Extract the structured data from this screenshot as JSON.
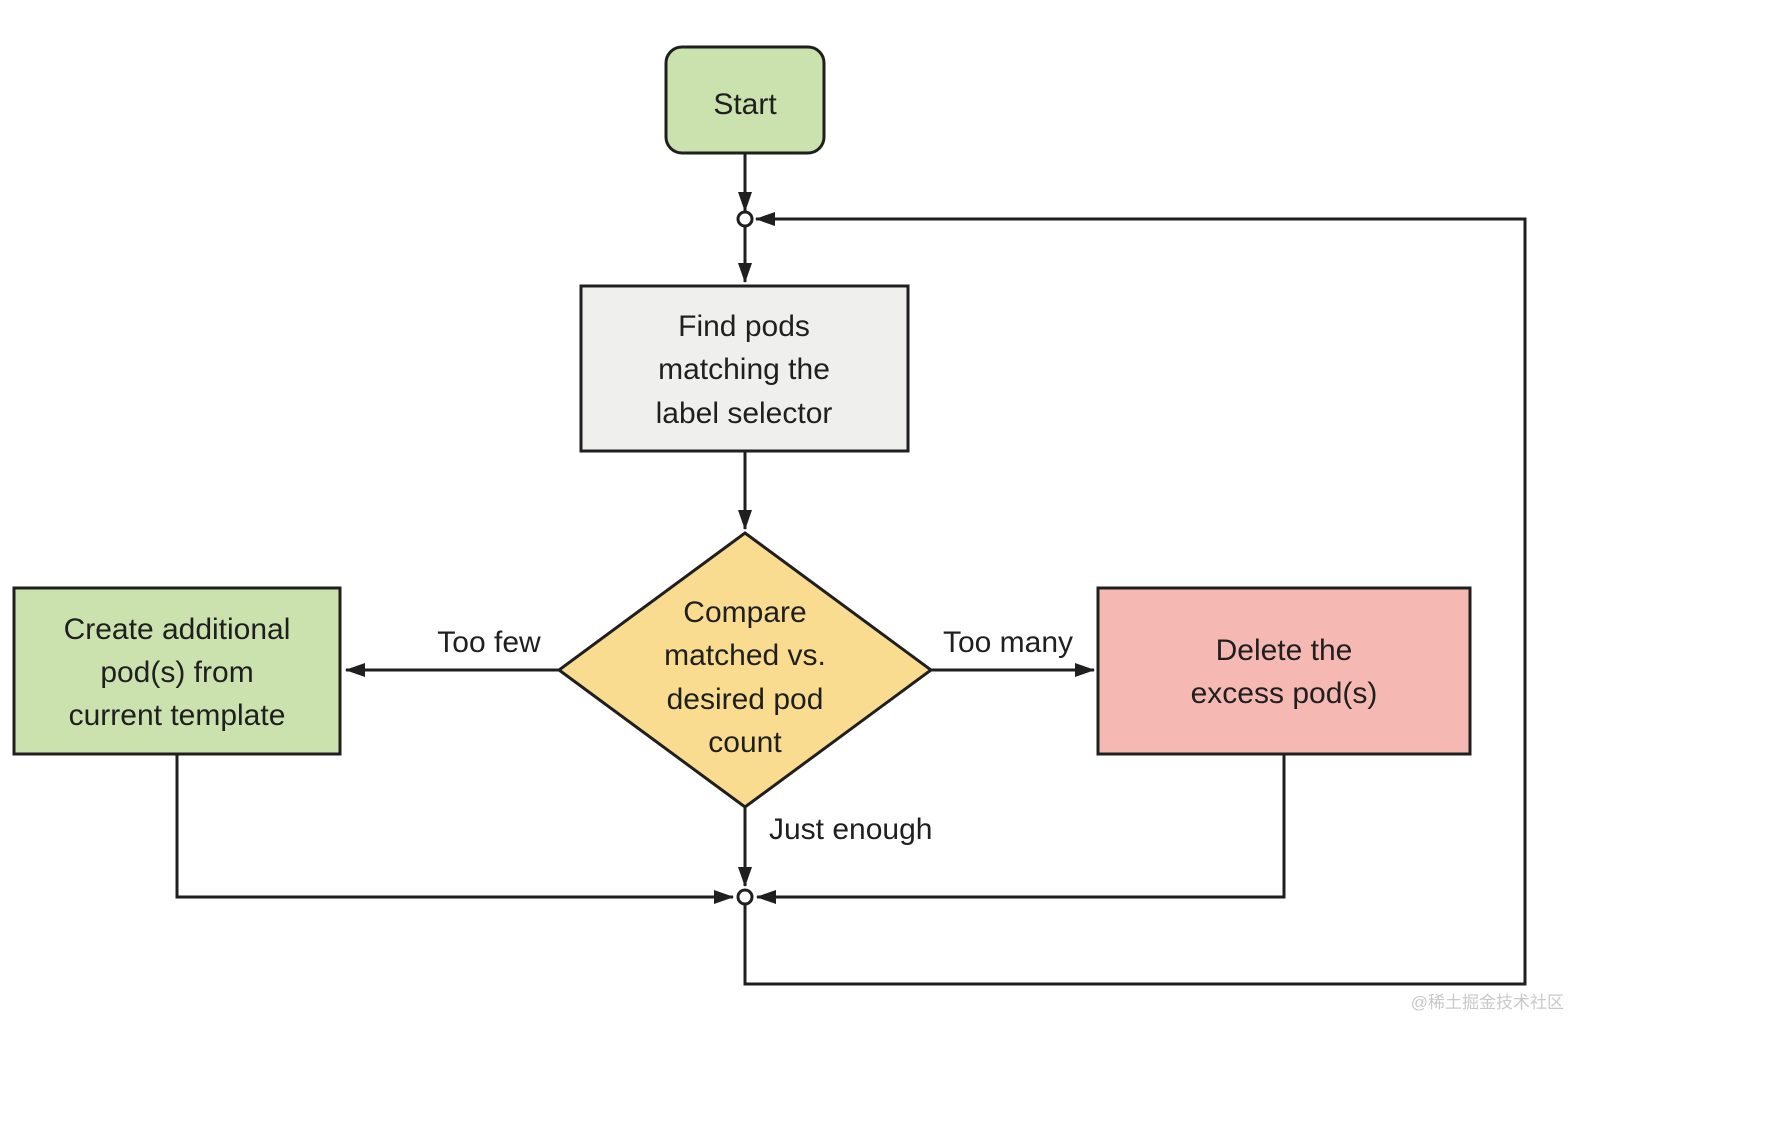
{
  "colors": {
    "background": "#ffffff",
    "line": "#1f1f1f",
    "text": "#1f1f1f",
    "node_green": "#cbe2ae",
    "node_gray": "#efefed",
    "node_yellow": "#f9dc8f",
    "node_pink": "#f5b8b3",
    "watermark": "#c9c9c9"
  },
  "nodes": {
    "start": {
      "label": "Start"
    },
    "find_pods": {
      "lines": [
        "Find pods",
        "matching the",
        "label selector"
      ]
    },
    "compare": {
      "lines": [
        "Compare",
        "matched vs.",
        "desired pod",
        "count"
      ]
    },
    "create_pods": {
      "lines": [
        "Create additional",
        "pod(s) from",
        "current template"
      ]
    },
    "delete_pods": {
      "lines": [
        "Delete the",
        "excess pod(s)"
      ]
    }
  },
  "edge_labels": {
    "too_few": "Too few",
    "too_many": "Too many",
    "just_enough": "Just enough"
  },
  "watermark": "@稀土掘金技术社区"
}
